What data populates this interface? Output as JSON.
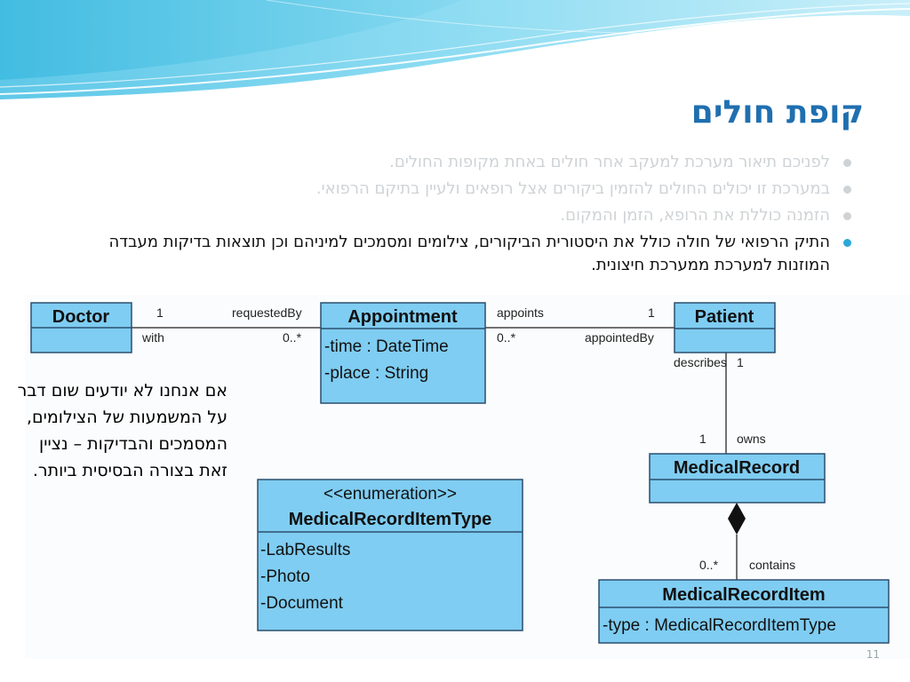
{
  "title": "קופת חולים",
  "bullets": [
    {
      "text": "לפניכם תיאור מערכת למעקב אחר חולים באחת מקופות החולים.",
      "active": false
    },
    {
      "text": "במערכת זו יכולים החולים להזמין ביקורים אצל רופאים ולעיין בתיקם הרפואי.",
      "active": false
    },
    {
      "text": "הזמנה כוללת את הרופא, הזמן והמקום.",
      "active": false
    },
    {
      "text": "התיק הרפואי של חולה כולל את היסטורית הביקורים, צילומים ומסמכים למיניהם וכן תוצאות בדיקות מעבדה המוזנות למערכת ממערכת חיצונית.",
      "active": true
    }
  ],
  "side_note": "אם אנחנו לא יודעים שום דבר על המשמעות של הצילומים, המסמכים והבדיקות – נציין זאת בצורה הבסיסית ביותר.",
  "page_number": "11",
  "colors": {
    "class_fill": "#7fcdf2",
    "class_stroke": "#2b4e6e",
    "title": "#1f6fb0",
    "bullet_active": "#2aa8d8"
  },
  "diagram": {
    "classes": {
      "doctor": {
        "name": "Doctor",
        "attrs": []
      },
      "appointment": {
        "name": "Appointment",
        "attrs": [
          "-time : DateTime",
          "-place : String"
        ]
      },
      "patient": {
        "name": "Patient",
        "attrs": []
      },
      "medical_record": {
        "name": "MedicalRecord",
        "attrs": []
      },
      "medical_record_item": {
        "name": "MedicalRecordItem",
        "attrs": [
          "-type : MedicalRecordItemType"
        ]
      },
      "enum_type": {
        "stereotype": "<<enumeration>>",
        "name": "MedicalRecordItemType",
        "attrs": [
          "-LabResults",
          "-Photo",
          "-Document"
        ]
      }
    },
    "associations": {
      "doctor_appointment": {
        "mult_doctor": "1",
        "role_top": "requestedBy",
        "role_bottom": "with",
        "mult_appointment": "0..*"
      },
      "appointment_patient": {
        "role_top": "appoints",
        "mult_patient": "1",
        "mult_appointment": "0..*",
        "role_bottom": "appointedBy"
      },
      "patient_record": {
        "role": "describes",
        "mult_patient": "1",
        "mult_record": "1",
        "role_record": "owns"
      },
      "record_item": {
        "mult_item": "0..*",
        "role": "contains"
      }
    }
  }
}
